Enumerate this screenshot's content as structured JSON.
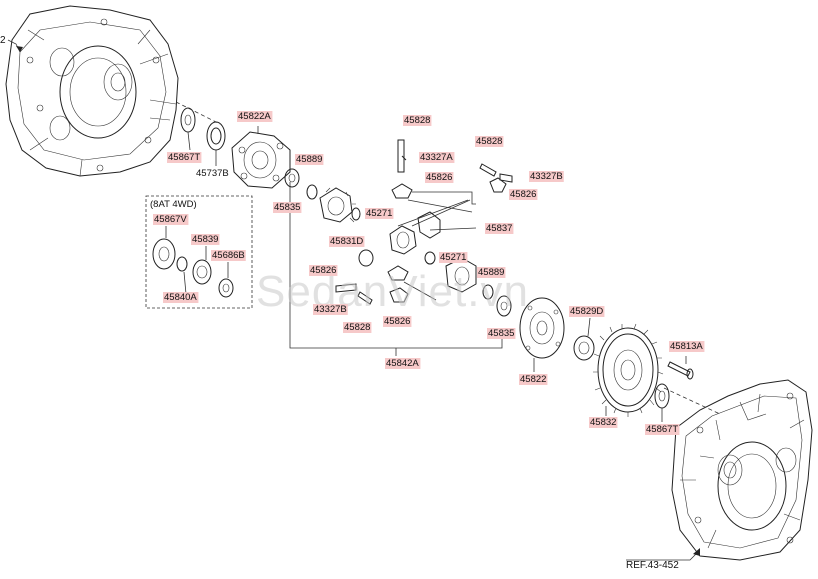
{
  "header": {
    "ref_top_left": "2"
  },
  "watermark": "SedanViet.vn",
  "inset": {
    "title": "(8AT 4WD)"
  },
  "labels": {
    "p45867T_a": "45867T",
    "p45822A": "45822A",
    "p45737B": "45737B",
    "p45828_a": "45828",
    "p43327A": "43327A",
    "p45826_a": "45826",
    "p45828_b": "45828",
    "p43327B_a": "43327B",
    "p45826_b": "45826",
    "p45889_a": "45889",
    "p45835_a": "45835",
    "p45271_a": "45271",
    "p45837": "45837",
    "p45831D": "45831D",
    "p45271_b": "45271",
    "p45826_c": "45826",
    "p43327B_b": "43327B",
    "p45828_c": "45828",
    "p45826_d": "45826",
    "p45889_b": "45889",
    "p45835_b": "45835",
    "p45842A": "45842A",
    "p45829D": "45829D",
    "p45822": "45822",
    "p45813A": "45813A",
    "p45832": "45832",
    "p45867T_b": "45867T",
    "p45867V": "45867V",
    "p45839": "45839",
    "p45686B": "45686B",
    "p45840A": "45840A"
  },
  "footer": {
    "ref_bottom_right": "REF.43-452"
  },
  "colors": {
    "label_highlight": "#f6c9c9",
    "line": "#222222",
    "watermark": "#c8c8c8"
  }
}
